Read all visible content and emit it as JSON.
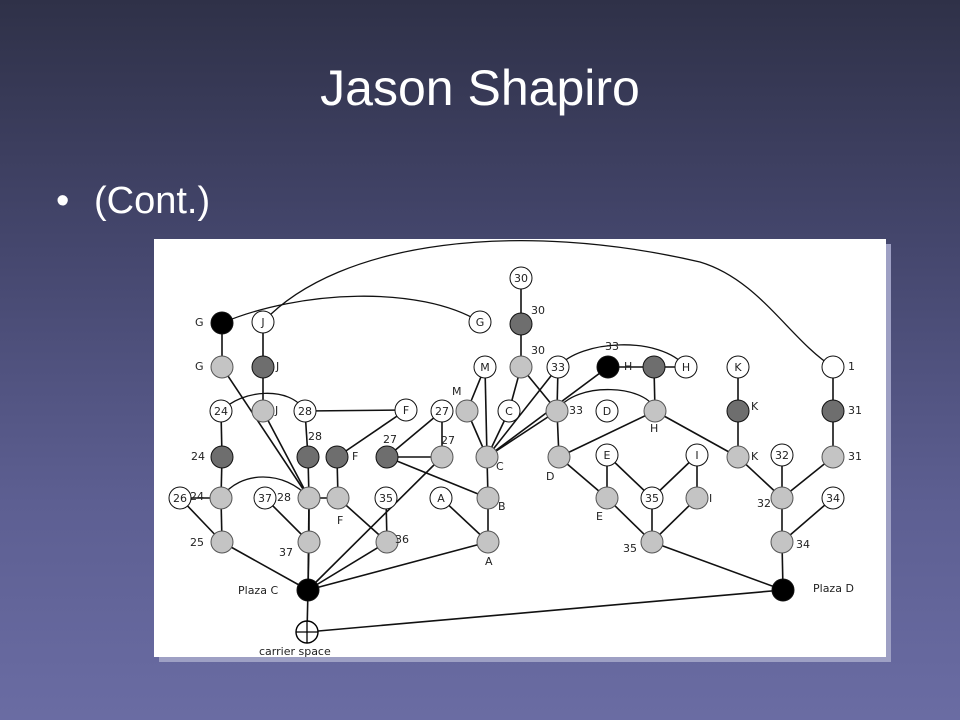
{
  "slide": {
    "title": "Jason Shapiro",
    "bullet": "(Cont.)"
  },
  "diagram": {
    "colors": {
      "black": "#000000",
      "dark": "#6e6e6e",
      "light": "#c4c4c4",
      "white": "#ffffff",
      "edge": "#111111"
    },
    "nodes": [
      {
        "id": "n30w",
        "fill": "white",
        "label": "30"
      },
      {
        "id": "n30d",
        "fill": "dark",
        "label": ""
      },
      {
        "id": "nGb",
        "fill": "black",
        "label": ""
      },
      {
        "id": "nJw",
        "fill": "white",
        "label": "J"
      },
      {
        "id": "nGw",
        "fill": "white",
        "label": "G"
      },
      {
        "id": "nGl",
        "fill": "light",
        "label": ""
      },
      {
        "id": "nJd",
        "fill": "dark",
        "label": ""
      },
      {
        "id": "nMw",
        "fill": "white",
        "label": "M"
      },
      {
        "id": "n30l",
        "fill": "light",
        "label": ""
      },
      {
        "id": "n33w",
        "fill": "white",
        "label": "33"
      },
      {
        "id": "n33b",
        "fill": "black",
        "label": ""
      },
      {
        "id": "nHd",
        "fill": "dark",
        "label": ""
      },
      {
        "id": "nHw",
        "fill": "white",
        "label": "H"
      },
      {
        "id": "nKw",
        "fill": "white",
        "label": "K"
      },
      {
        "id": "n1w",
        "fill": "white",
        "label": ""
      },
      {
        "id": "n24w",
        "fill": "white",
        "label": "24"
      },
      {
        "id": "nJl",
        "fill": "light",
        "label": ""
      },
      {
        "id": "n28w",
        "fill": "white",
        "label": "28"
      },
      {
        "id": "nFw",
        "fill": "white",
        "label": "F"
      },
      {
        "id": "n27w",
        "fill": "white",
        "label": "27"
      },
      {
        "id": "nMl",
        "fill": "light",
        "label": ""
      },
      {
        "id": "nCw",
        "fill": "white",
        "label": "C"
      },
      {
        "id": "n33l",
        "fill": "light",
        "label": ""
      },
      {
        "id": "nDw",
        "fill": "white",
        "label": "D"
      },
      {
        "id": "nHl",
        "fill": "light",
        "label": ""
      },
      {
        "id": "nKd",
        "fill": "dark",
        "label": ""
      },
      {
        "id": "n31d",
        "fill": "dark",
        "label": ""
      },
      {
        "id": "n24d",
        "fill": "dark",
        "label": ""
      },
      {
        "id": "n28d",
        "fill": "dark",
        "label": ""
      },
      {
        "id": "nFd",
        "fill": "dark",
        "label": ""
      },
      {
        "id": "n27d",
        "fill": "dark",
        "label": ""
      },
      {
        "id": "n27l",
        "fill": "light",
        "label": ""
      },
      {
        "id": "nCl",
        "fill": "light",
        "label": ""
      },
      {
        "id": "nDl",
        "fill": "light",
        "label": ""
      },
      {
        "id": "nEw",
        "fill": "white",
        "label": "E"
      },
      {
        "id": "nIw",
        "fill": "white",
        "label": "I"
      },
      {
        "id": "nKl",
        "fill": "light",
        "label": ""
      },
      {
        "id": "n32w",
        "fill": "white",
        "label": "32"
      },
      {
        "id": "n31l",
        "fill": "light",
        "label": ""
      },
      {
        "id": "n26w",
        "fill": "white",
        "label": "26"
      },
      {
        "id": "n24l",
        "fill": "light",
        "label": ""
      },
      {
        "id": "n37w",
        "fill": "white",
        "label": "37"
      },
      {
        "id": "n28l",
        "fill": "light",
        "label": ""
      },
      {
        "id": "nFl",
        "fill": "light",
        "label": ""
      },
      {
        "id": "n35w",
        "fill": "white",
        "label": "35"
      },
      {
        "id": "nAw",
        "fill": "white",
        "label": "A"
      },
      {
        "id": "nBl",
        "fill": "light",
        "label": ""
      },
      {
        "id": "nEl",
        "fill": "light",
        "label": ""
      },
      {
        "id": "n35wb",
        "fill": "white",
        "label": "35"
      },
      {
        "id": "nIl",
        "fill": "light",
        "label": ""
      },
      {
        "id": "n32l",
        "fill": "light",
        "label": ""
      },
      {
        "id": "n34w",
        "fill": "white",
        "label": "34"
      },
      {
        "id": "n25l",
        "fill": "light",
        "label": ""
      },
      {
        "id": "n37l",
        "fill": "light",
        "label": ""
      },
      {
        "id": "n36l",
        "fill": "light",
        "label": ""
      },
      {
        "id": "nAl",
        "fill": "light",
        "label": ""
      },
      {
        "id": "n35l",
        "fill": "light",
        "label": ""
      },
      {
        "id": "n34l",
        "fill": "light",
        "label": ""
      },
      {
        "id": "nPC",
        "fill": "black",
        "label": ""
      },
      {
        "id": "nPD",
        "fill": "black",
        "label": ""
      },
      {
        "id": "nCS",
        "fill": "carrier",
        "label": ""
      }
    ],
    "labels": [
      {
        "id": "tG1",
        "text": "G"
      },
      {
        "id": "t30a",
        "text": "30"
      },
      {
        "id": "t30b",
        "text": "30"
      },
      {
        "id": "tG2",
        "text": "G"
      },
      {
        "id": "tJ1",
        "text": "J"
      },
      {
        "id": "tM1",
        "text": "M"
      },
      {
        "id": "t33a",
        "text": "33"
      },
      {
        "id": "tH1",
        "text": "H"
      },
      {
        "id": "t1",
        "text": "1"
      },
      {
        "id": "tJ2",
        "text": "J"
      },
      {
        "id": "t33b",
        "text": "33"
      },
      {
        "id": "tK1",
        "text": "K"
      },
      {
        "id": "t31a",
        "text": "31"
      },
      {
        "id": "tH2",
        "text": "H"
      },
      {
        "id": "t28",
        "text": "28"
      },
      {
        "id": "t27",
        "text": "27"
      },
      {
        "id": "t27b",
        "text": "27"
      },
      {
        "id": "t24",
        "text": "24"
      },
      {
        "id": "tF1",
        "text": "F"
      },
      {
        "id": "tC",
        "text": "C"
      },
      {
        "id": "tD",
        "text": "D"
      },
      {
        "id": "tK2",
        "text": "K"
      },
      {
        "id": "t31b",
        "text": "31"
      },
      {
        "id": "t24b",
        "text": "24"
      },
      {
        "id": "t28b",
        "text": "28"
      },
      {
        "id": "tF2",
        "text": "F"
      },
      {
        "id": "tB",
        "text": "B"
      },
      {
        "id": "tE1",
        "text": "E"
      },
      {
        "id": "tI",
        "text": "I"
      },
      {
        "id": "t32",
        "text": "32"
      },
      {
        "id": "t25",
        "text": "25"
      },
      {
        "id": "t37",
        "text": "37"
      },
      {
        "id": "t36",
        "text": "36"
      },
      {
        "id": "tA",
        "text": "A"
      },
      {
        "id": "t35",
        "text": "35"
      },
      {
        "id": "t34",
        "text": "34"
      },
      {
        "id": "tPC",
        "text": "Plaza C"
      },
      {
        "id": "tPD",
        "text": "Plaza D"
      },
      {
        "id": "tCS",
        "text": "carrier space"
      }
    ]
  }
}
